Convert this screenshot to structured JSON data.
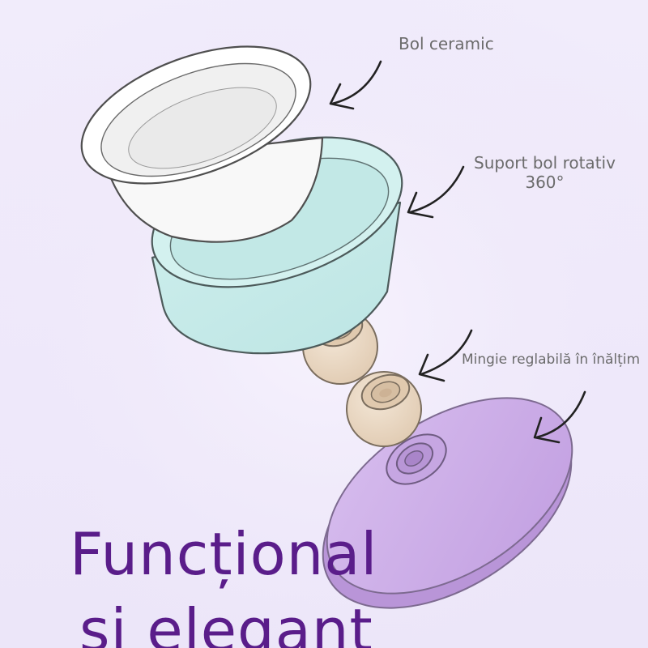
{
  "callouts": {
    "bowl": "Bol ceramic",
    "rotating_stand_line1": "Suport bol rotativ",
    "rotating_stand_line2": "360°",
    "adjustable_ball": "Mingie reglabilă în înălțim"
  },
  "headline": {
    "line1": "Funcțional",
    "line2": "și elegant"
  },
  "colors": {
    "bowl": "#fbfbfb",
    "holder": "#c6ebea",
    "ball": "#ead9c6",
    "base": "#c8a9e4",
    "headline": "#5a1d8a",
    "callout_text": "#6b6b6b",
    "background": "#efe9fa"
  }
}
